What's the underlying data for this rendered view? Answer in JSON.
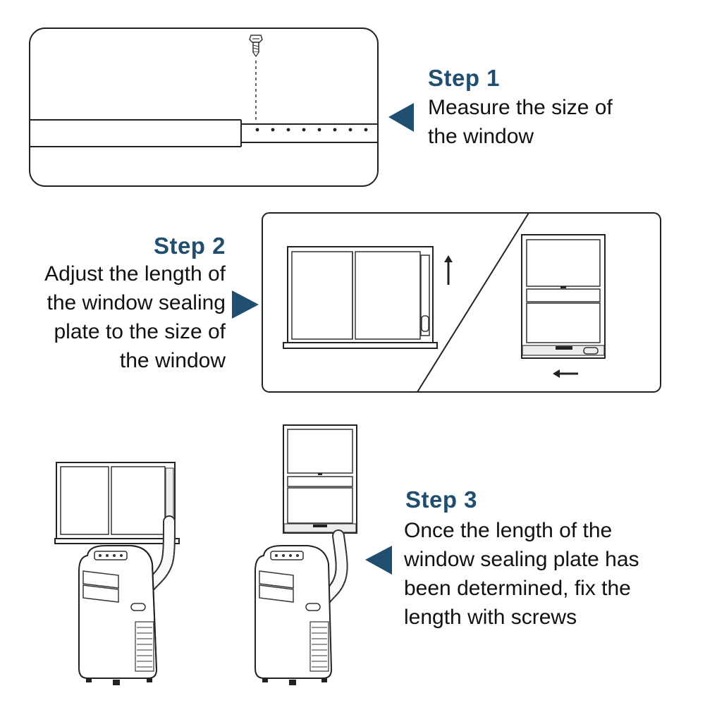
{
  "steps": [
    {
      "title": "Step 1",
      "lines": [
        "Measure the size of",
        "the window"
      ]
    },
    {
      "title": "Step 2",
      "lines": [
        "Adjust the length of",
        "the window sealing",
        "plate to the size of",
        "the window"
      ]
    },
    {
      "title": "Step 3",
      "lines": [
        "Once the length of the",
        "window sealing plate has",
        "been determined, fix the",
        "length with screws"
      ]
    }
  ],
  "colors": {
    "accent": "#1f4e6e",
    "line": "#222222"
  },
  "icons": [
    "screw-icon",
    "arrow-up-icon",
    "arrow-left-icon",
    "pointer-triangle-icon"
  ]
}
